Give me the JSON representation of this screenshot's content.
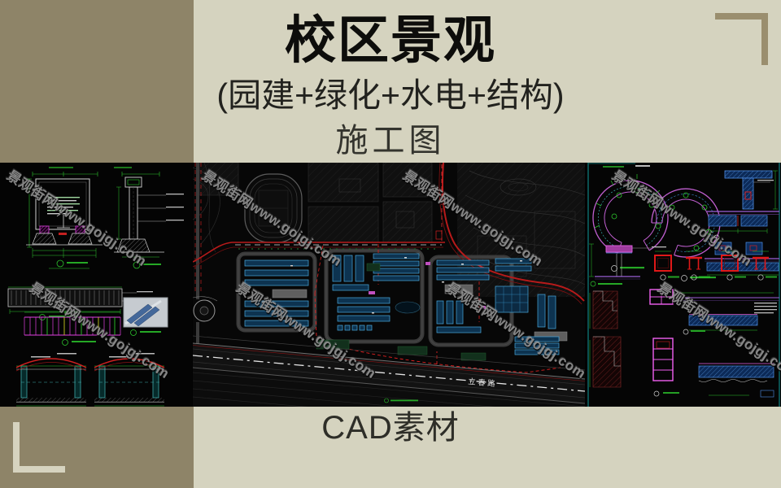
{
  "header": {
    "title": "校区景观",
    "subtitle": "(园建+绿化+水电+结构)",
    "drawing_type": "施工图"
  },
  "footer": {
    "label": "CAD素材"
  },
  "watermark": {
    "text": "景观街网www.gojgj.com"
  },
  "site_plan": {
    "road_label": "立春路"
  },
  "colors": {
    "background_cream": "#d5d3bf",
    "block_tan": "#8e8468",
    "bracket_tan": "#9a8e6e",
    "cad_background": "#020202",
    "cad_red": "#c41e1e",
    "cad_blue": "#49a8dc",
    "cad_green": "#2cc52c",
    "cad_magenta": "#e040e0",
    "cad_purple": "#9a5fd8",
    "teal_border": "#0d6868",
    "watermark_gray": "#969696"
  }
}
